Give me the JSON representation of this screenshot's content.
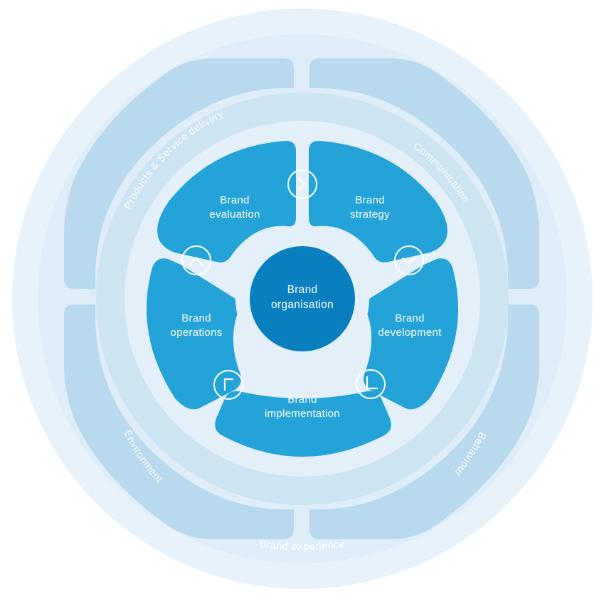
{
  "outer_ring": {
    "label": "Brand experience",
    "quadrants": [
      {
        "id": "products",
        "label": "Products & Service delivery"
      },
      {
        "id": "communication",
        "label": "Communication"
      },
      {
        "id": "behaviour",
        "label": "Behaviour"
      },
      {
        "id": "environment",
        "label": "Environment"
      }
    ]
  },
  "center": {
    "line1": "Brand",
    "line2": "organisation"
  },
  "stages": [
    {
      "id": "strategy",
      "line1": "Brand",
      "line2": "strategy",
      "icon": "check-arrow-icon"
    },
    {
      "id": "development",
      "line1": "Brand",
      "line2": "development",
      "icon": "check-arrow-icon"
    },
    {
      "id": "implementation",
      "line1": "Brand",
      "line2": "implementation",
      "icon": "corner-arrow-icon"
    },
    {
      "id": "operations",
      "line1": "Brand",
      "line2": "operations",
      "icon": "corner-arrow-icon"
    },
    {
      "id": "evaluation",
      "line1": "Brand",
      "line2": "evaluation",
      "icon": "chevron-right-icon"
    }
  ],
  "colors": {
    "outer_disc": "#e8f2fa",
    "outer_segments": "#b9daee",
    "inner_ring_bg": "#dcecf7",
    "stage_fill": "#23a3d8",
    "center_fill": "#0a7fc0",
    "text": "#ffffff"
  }
}
